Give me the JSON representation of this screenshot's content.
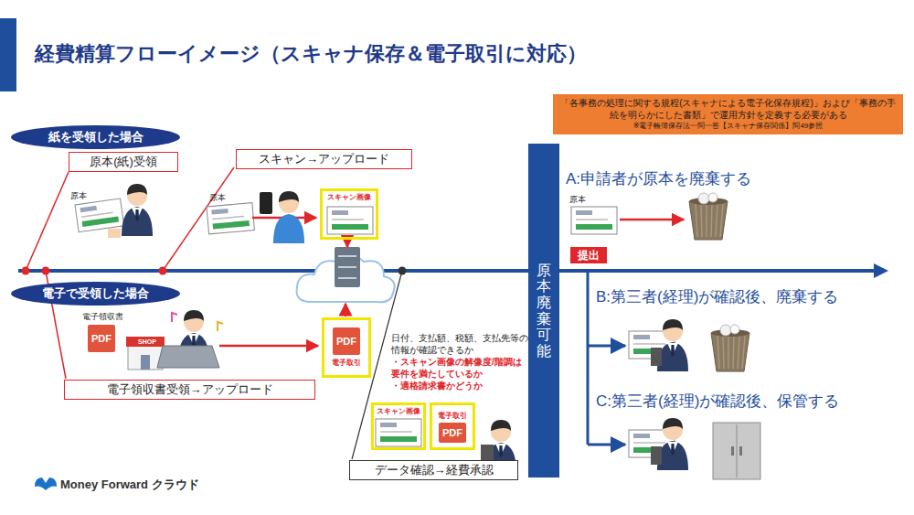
{
  "diagram": {
    "title": "経費精算フローイメージ（スキャナ保存＆電子取引に対応）",
    "nodes": [
      {
        "text": [
          "「各事務の処理に関する規程(スキャナによる電子化保存規程)」および「事務の手続を明らかにした書類」で運用方針を定義する必要がある",
          "※電子帳簿保存法一問一答【スキャナ保存関係】問49参照"
        ]
      },
      {
        "text": [
          "紙を受領した場合"
        ]
      },
      {
        "text": [
          "原本(紙)受領"
        ]
      },
      {
        "text": [
          "スキャン→アップロード"
        ]
      },
      {
        "text": [
          "スキャン画像"
        ]
      },
      {
        "text": [
          "原本廃棄可能"
        ]
      },
      {
        "text": [
          "提出"
        ]
      },
      {
        "text": [
          "電子で受領した場合"
        ]
      },
      {
        "text": [
          "PDF",
          "電子取引"
        ]
      },
      {
        "text": [
          "電子領収書受領→アップロード"
        ]
      },
      {
        "text": [
          "スキャン画像"
        ]
      },
      {
        "text": [
          "電子取引",
          "PDF"
        ]
      },
      {
        "text": [
          "データ確認→経費承認"
        ]
      }
    ],
    "labels": [
      "原本",
      "原本",
      "電子領収書",
      "PDF",
      "SHOP",
      "日付、支払額、税額、支払先等の情報が確認できるか",
      "・スキャン画像の解像度/階調は要件を満たしているか",
      "・適格請求書かどうか",
      "A:申請者が原本を廃棄する",
      "原本",
      "B:第三者(経理)が確認後、廃棄する",
      "C:第三者(経理)が確認後、保管する",
      "Money Forward クラウド"
    ]
  }
}
